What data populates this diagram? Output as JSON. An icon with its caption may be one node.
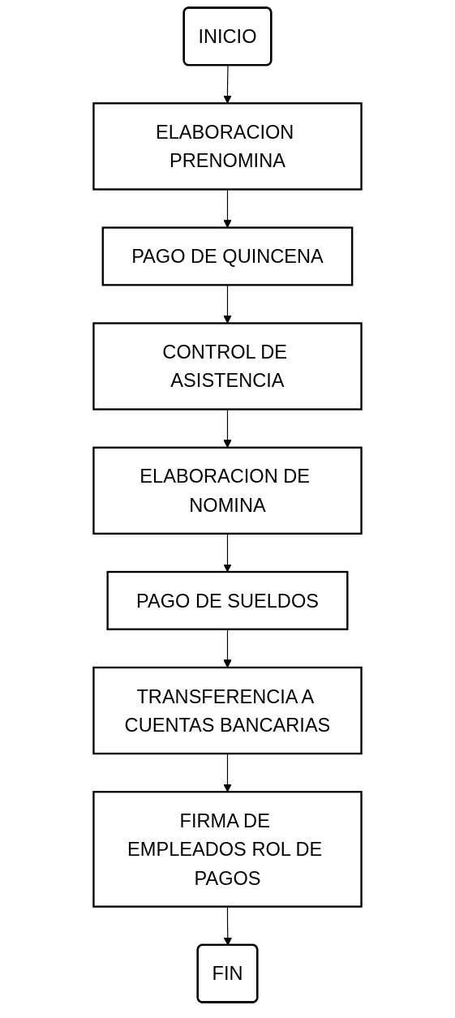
{
  "diagram": {
    "nodes": [
      {
        "text": [
          "INICIO"
        ]
      },
      {
        "text": [
          "ELABORACION PRENOMINA"
        ]
      },
      {
        "text": [
          "PAGO DE QUINCENA"
        ]
      },
      {
        "text": [
          "CONTROL DE ASISTENCIA"
        ]
      },
      {
        "text": [
          "ELABORACION DE NOMINA"
        ]
      },
      {
        "text": [
          "PAGO DE SUELDOS"
        ]
      },
      {
        "text": [
          "TRANSFERENCIA A CUENTAS BANCARIAS"
        ]
      },
      {
        "text": [
          "FIRMA DE EMPLEADOS ROL DE PAGOS"
        ]
      },
      {
        "text": [
          "FIN"
        ]
      }
    ],
    "edges": [
      {
        "from": 0,
        "to": 1,
        "arrow": "to"
      },
      {
        "from": 1,
        "to": 2,
        "arrow": "to"
      },
      {
        "from": 2,
        "to": 3,
        "arrow": "to"
      },
      {
        "from": 3,
        "to": 4,
        "arrow": "to"
      },
      {
        "from": 4,
        "to": 5,
        "arrow": "to"
      },
      {
        "from": 5,
        "to": 6,
        "arrow": "to"
      },
      {
        "from": 6,
        "to": 7,
        "arrow": "to"
      },
      {
        "from": 7,
        "to": 8,
        "arrow": "to"
      }
    ]
  }
}
